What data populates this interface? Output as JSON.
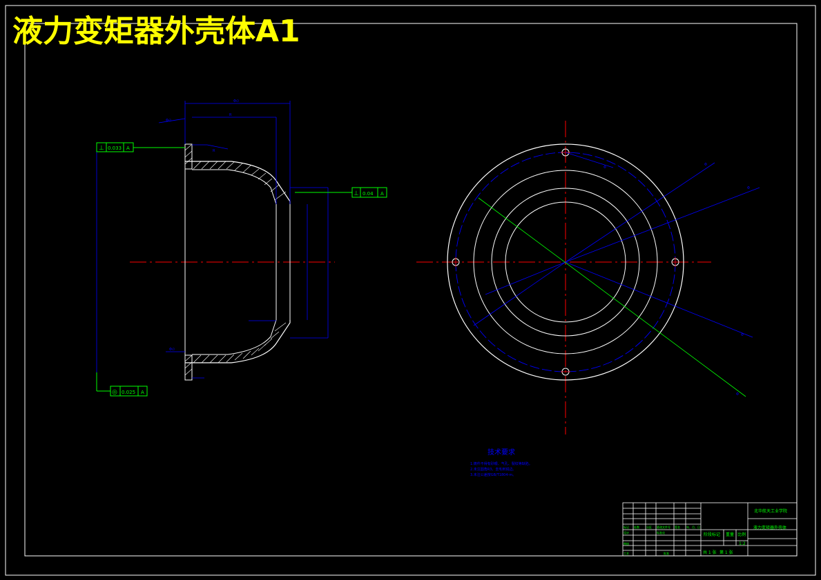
{
  "title": "液力变矩器外壳体A1",
  "colors": {
    "background": "#000000",
    "frame": "#ffffff",
    "title": "#ffff00",
    "outline": "#ffffff",
    "dimension": "#0000ff",
    "centerline": "#ff0000",
    "tolerance": "#00ff00",
    "title_block": "#ffffff"
  },
  "tolerances": {
    "perp_top": {
      "symbol": "⊥",
      "value": "0.033",
      "datum": "A"
    },
    "perp_right": {
      "symbol": "⊥",
      "value": "0.04",
      "datum": "A"
    },
    "concentricity": {
      "symbol": "◎",
      "value": "0.025",
      "datum": "A"
    }
  },
  "tech_requirements": {
    "heading": "技术要求",
    "items": [
      "1.铸件不得有砂眼、气孔、裂纹等缺陷。",
      "2.未注圆角R3，去毛刺锐边。",
      "3.未注公差按GB/T1804-m。"
    ]
  },
  "title_block": {
    "school": "北华航天工业学院",
    "part_name": "液力变矩器外壳体",
    "scale": "1:2",
    "sheet_count_label": "共 1 张",
    "sheet_index_label": "第 1 张",
    "row_labels": [
      "标记",
      "处数",
      "分区",
      "更改文件号",
      "签名",
      "年、月、日"
    ],
    "design_labels": [
      "设计",
      "审核",
      "工艺",
      "标准化",
      "批准"
    ],
    "stage_headers": [
      "阶段标记",
      "重量",
      "比例"
    ]
  }
}
